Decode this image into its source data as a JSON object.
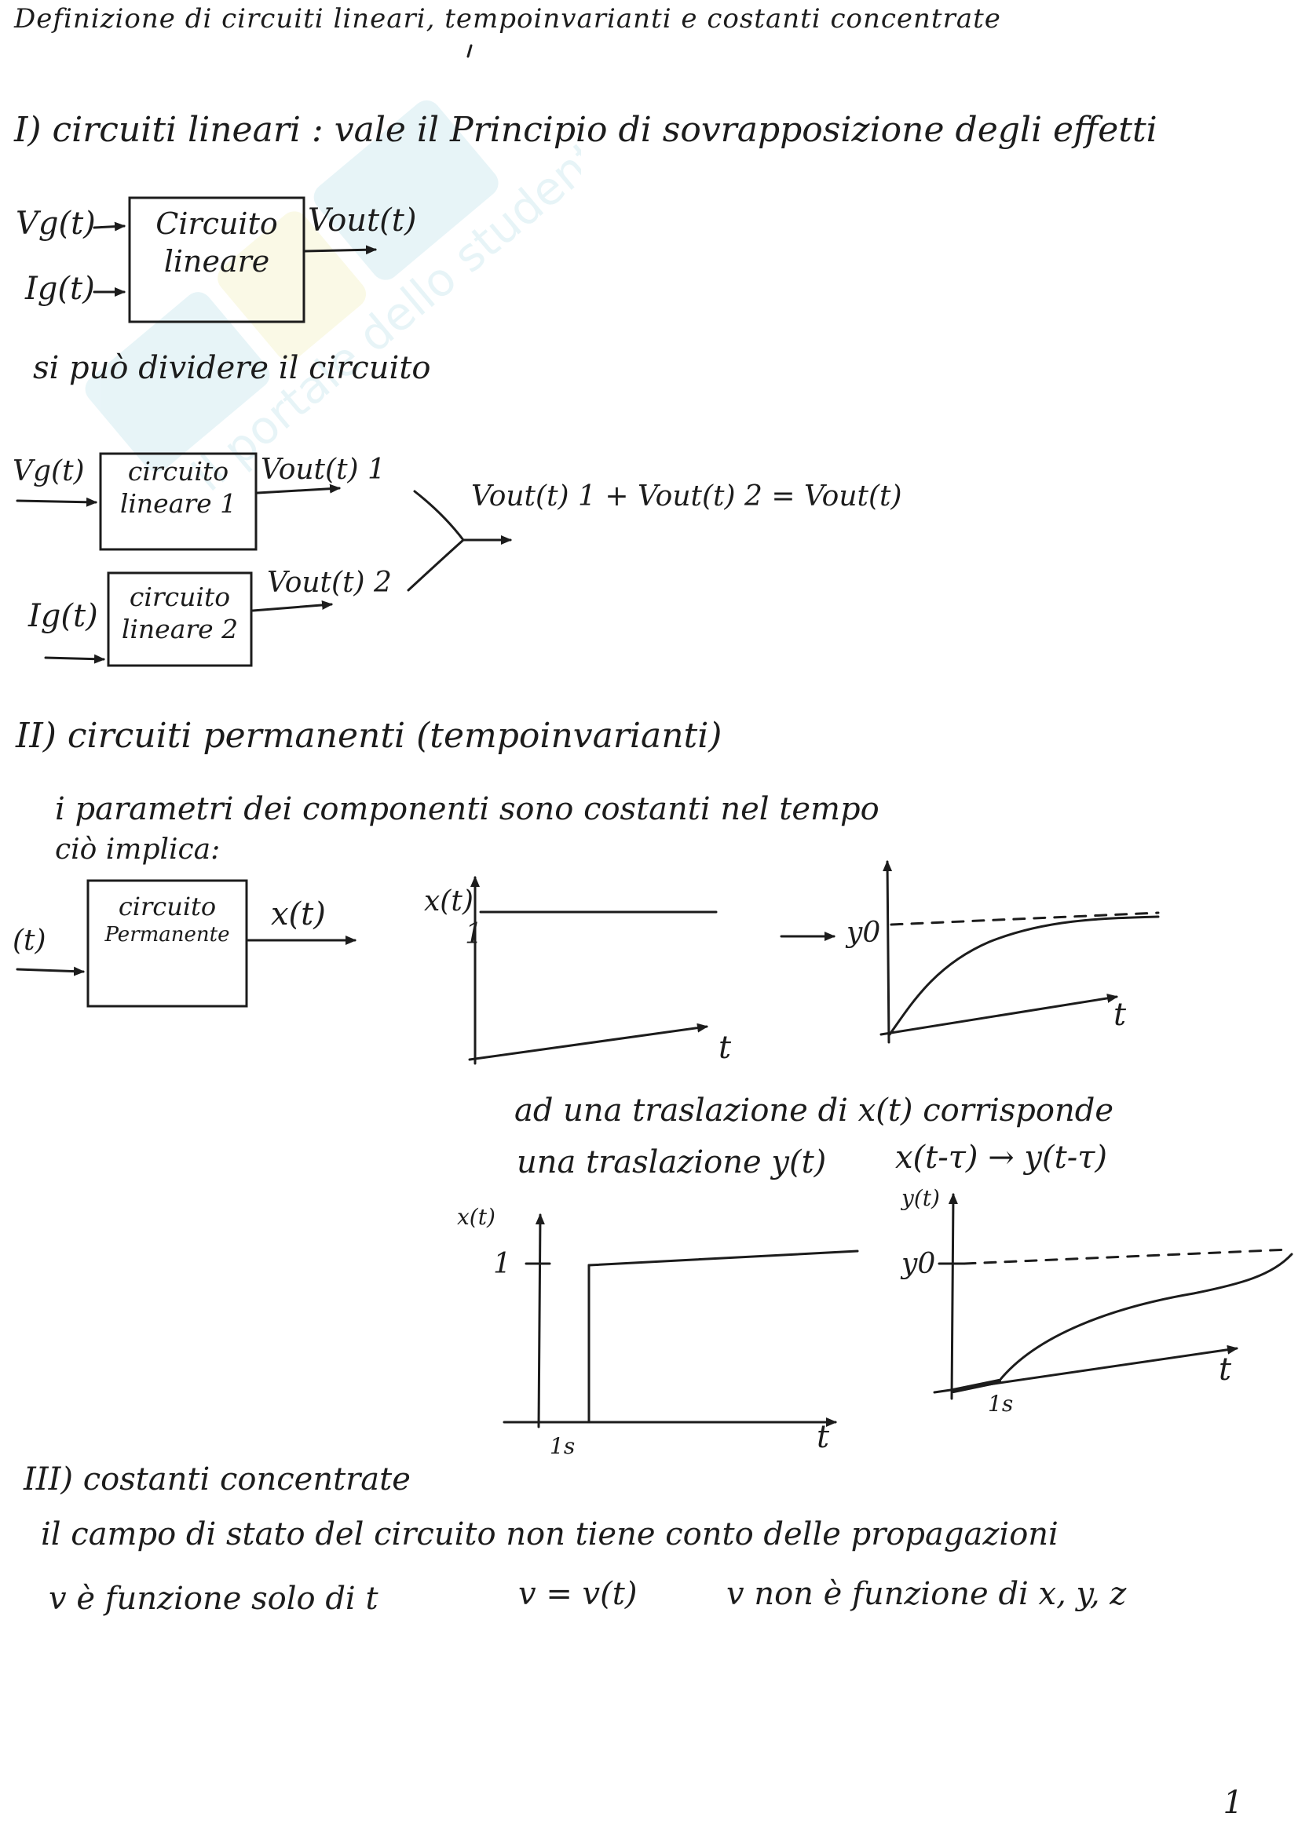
{
  "page": {
    "title": "Definizione di circuiti lineari, tempoinvarianti e costanti concentrate",
    "page_number": "1"
  },
  "section1": {
    "heading": "I) circuiti lineari : vale il Principio di sovrapposizione degli effetti",
    "diagram1": {
      "input_v": "Vg(t)",
      "input_i": "Ig(t)",
      "box_line1": "Circuito",
      "box_line2": "lineare",
      "output": "Vout(t)"
    },
    "note": "si può dividere il circuito",
    "diagram2": {
      "input_v": "Vg(t)",
      "box1_line1": "circuito",
      "box1_line2": "lineare 1",
      "out1": "Vout(t) 1",
      "input_i": "Ig(t)",
      "box2_line1": "circuito",
      "box2_line2": "lineare 2",
      "out2": "Vout(t) 2",
      "sum": "Vout(t) 1 + Vout(t) 2 = Vout(t)"
    }
  },
  "section2": {
    "heading": "II) circuiti permanenti (tempoinvarianti)",
    "line1": "i parametri dei componenti sono costanti nel tempo",
    "line2": "ciò implica:",
    "diagram": {
      "input": "(t)",
      "box_line1": "circuito",
      "box_line2": "Permanente",
      "output": "x(t)"
    },
    "graph1": {
      "ylabel": "x(t)",
      "ytick": "1",
      "xlabel": "t"
    },
    "graph2": {
      "ytick": "y0",
      "xlabel": "t"
    },
    "note_line1": "ad una traslazione di x(t) corrisponde",
    "note_line2": "una traslazione y(t)",
    "note_formula": "x(t-τ) → y(t-τ)",
    "graph3": {
      "ylabel": "x(t)",
      "ytick": "1",
      "xtick": "1s",
      "xlabel": "t"
    },
    "graph4": {
      "ylabel": "y(t)",
      "ytick": "y0",
      "xtick": "1s",
      "xlabel": "t"
    }
  },
  "section3": {
    "heading": "III) costanti concentrate",
    "line1": "il campo di stato del circuito non tiene conto delle propagazioni",
    "line2a": "v è funzione solo di t",
    "line2b": "v = v(t)",
    "line2c": "v non è funzione di x, y, z"
  },
  "colors": {
    "ink": "#1c1c1c",
    "watermark": "#7ec8d8"
  }
}
